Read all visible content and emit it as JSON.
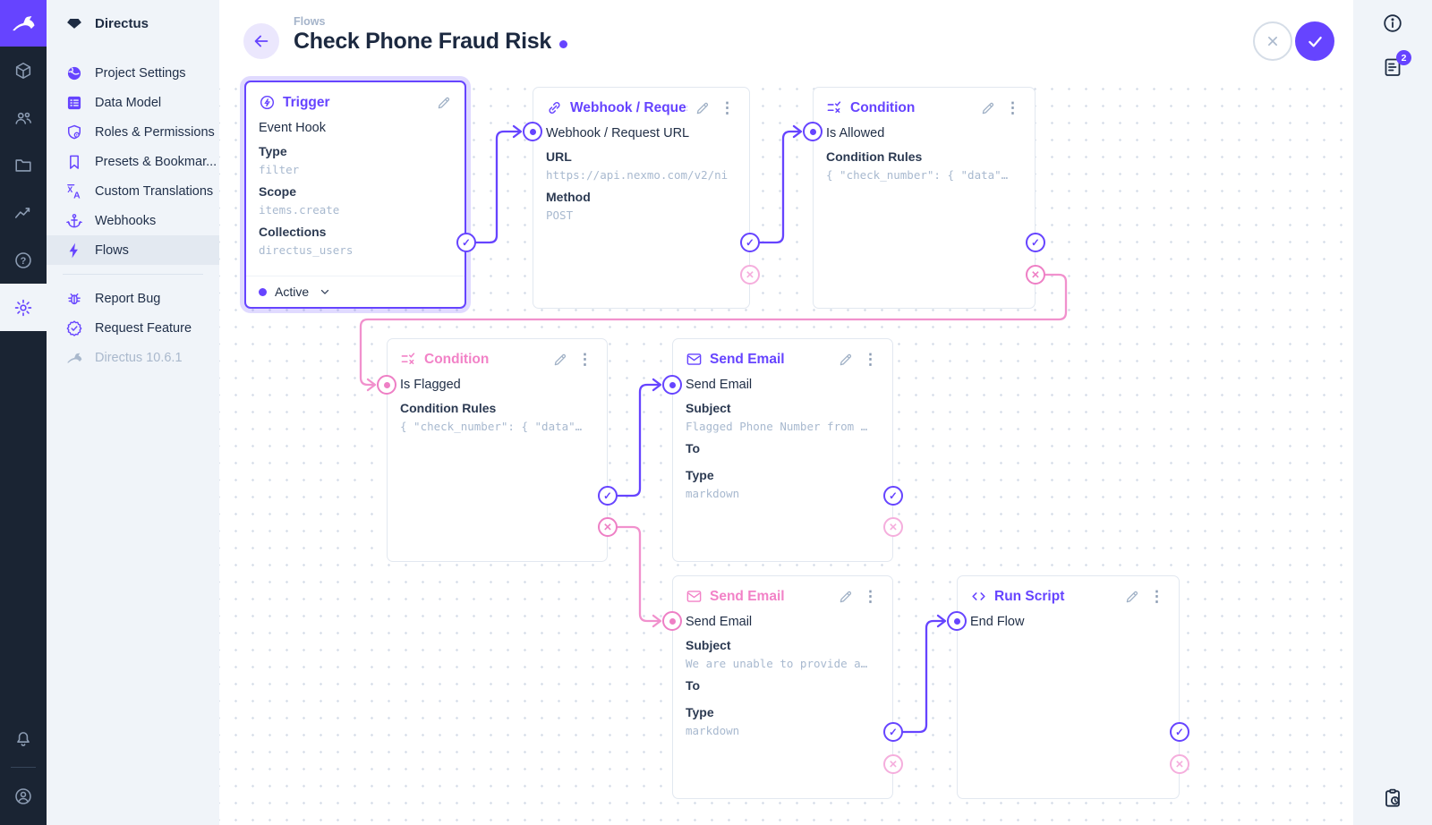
{
  "colors": {
    "accent": "#6644ff",
    "reject_pink": "#ee7fc5",
    "module_bar_bg": "#1a2433",
    "sidebar_bg": "#f0f4f9"
  },
  "icons": {
    "kebab": "⋮",
    "check": "✓",
    "x": "✕"
  },
  "sidebar": {
    "project_name": "Directus",
    "items": [
      {
        "icon": "globe",
        "label": "Project Settings"
      },
      {
        "icon": "list-alt",
        "label": "Data Model"
      },
      {
        "icon": "shield-user",
        "label": "Roles & Permissions"
      },
      {
        "icon": "bookmark",
        "label": "Presets & Bookmar..."
      },
      {
        "icon": "translate",
        "label": "Custom Translations"
      },
      {
        "icon": "anchor",
        "label": "Webhooks"
      },
      {
        "icon": "bolt",
        "label": "Flows"
      }
    ],
    "secondary": [
      {
        "icon": "bug",
        "label": "Report Bug"
      },
      {
        "icon": "verified",
        "label": "Request Feature"
      }
    ],
    "version": "Directus 10.6.1"
  },
  "header": {
    "breadcrumb": "Flows",
    "title": "Check Phone Fraud Risk",
    "notification_count": "2"
  },
  "nodes": {
    "trigger": {
      "title": "Trigger",
      "name": "Event Hook",
      "label1": "Type",
      "value1": "filter",
      "label2": "Scope",
      "value2": "items.create",
      "label3": "Collections",
      "value3": "directus_users",
      "status": "Active"
    },
    "webhook": {
      "title": "Webhook / Request URL",
      "name": "Webhook / Request URL",
      "label1": "URL",
      "value1": "https://api.nexmo.com/v2/ni",
      "label2": "Method",
      "value2": "POST"
    },
    "condition_allowed": {
      "title": "Condition",
      "name": "Is Allowed",
      "label1": "Condition Rules",
      "value1": "{ \"check_number\": { \"data\"…"
    },
    "condition_flagged": {
      "title": "Condition",
      "name": "Is Flagged",
      "label1": "Condition Rules",
      "value1": "{ \"check_number\": { \"data\"…"
    },
    "send_email_flagged": {
      "title": "Send Email",
      "name": "Send Email",
      "label1": "Subject",
      "value1": "Flagged Phone Number from …",
      "label2": "To",
      "label3": "Type",
      "value3": "markdown"
    },
    "send_email_unable": {
      "title": "Send Email",
      "name": "Send Email",
      "label1": "Subject",
      "value1": "We are unable to provide a…",
      "label2": "To",
      "label3": "Type",
      "value3": "markdown"
    },
    "run_script": {
      "title": "Run Script",
      "name": "End Flow"
    }
  }
}
